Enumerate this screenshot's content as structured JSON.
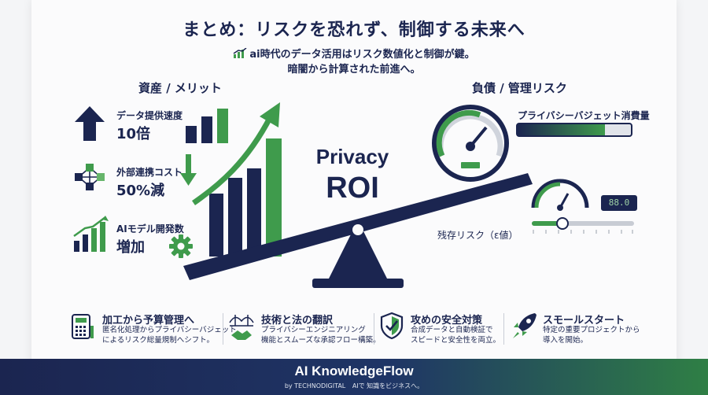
{
  "header": {
    "title": "まとめ：リスクを恐れず、制御する未来へ",
    "subtitle_line1": "ai時代のデータ活用はリスク数値化と制御が鍵。",
    "subtitle_line2": "暗闇から計算された前進へ。"
  },
  "assets": {
    "heading": "資産 / メリット",
    "items": [
      {
        "label": "データ提供速度",
        "value": "10倍",
        "icon": "up-arrow-icon"
      },
      {
        "label": "外部連携コスト",
        "value": "50%減",
        "icon": "network-cubes-icon"
      },
      {
        "label": "AIモデル開発数",
        "value": "増加",
        "icon": "growth-chart-icon"
      }
    ]
  },
  "center": {
    "line1": "Privacy",
    "line2": "ROI"
  },
  "liabilities": {
    "heading": "負債 / 管理リスク",
    "budget_label": "プライバシーバジェット消費量",
    "budget_level": 0.77,
    "residual_label": "残存リスク（ε値）",
    "residual_level": 0.3,
    "gauge_readout": "88.0"
  },
  "bottom": [
    {
      "title": "加工から予算管理へ",
      "desc1": "匿名化処理からプライバシーバジェット",
      "desc2": "によるリスク総量規制へシフト。",
      "icon": "calculator-icon"
    },
    {
      "title": "技術と法の翻訳",
      "desc1": "プライバシーエンジニアリング",
      "desc2": "機能とスムーズな承認フロー構築。",
      "icon": "bridge-handshake-icon"
    },
    {
      "title": "攻めの安全対策",
      "desc1": "合成データと自動検証で",
      "desc2": "スピードと安全性を両立。",
      "icon": "shield-check-icon"
    },
    {
      "title": "スモールスタート",
      "desc1": "特定の重要プロジェクトから",
      "desc2": "導入を開始。",
      "icon": "rocket-icon"
    }
  ],
  "footer": {
    "brand": "AI KnowledgeFlow",
    "by": "by TECHNODIGITAL",
    "tagline": "AIで 知識をビジネスへ。"
  },
  "colors": {
    "navy": "#1b2550",
    "green": "#3f9b4c",
    "light_green": "#66b56b",
    "gray": "#9aa0ab"
  }
}
